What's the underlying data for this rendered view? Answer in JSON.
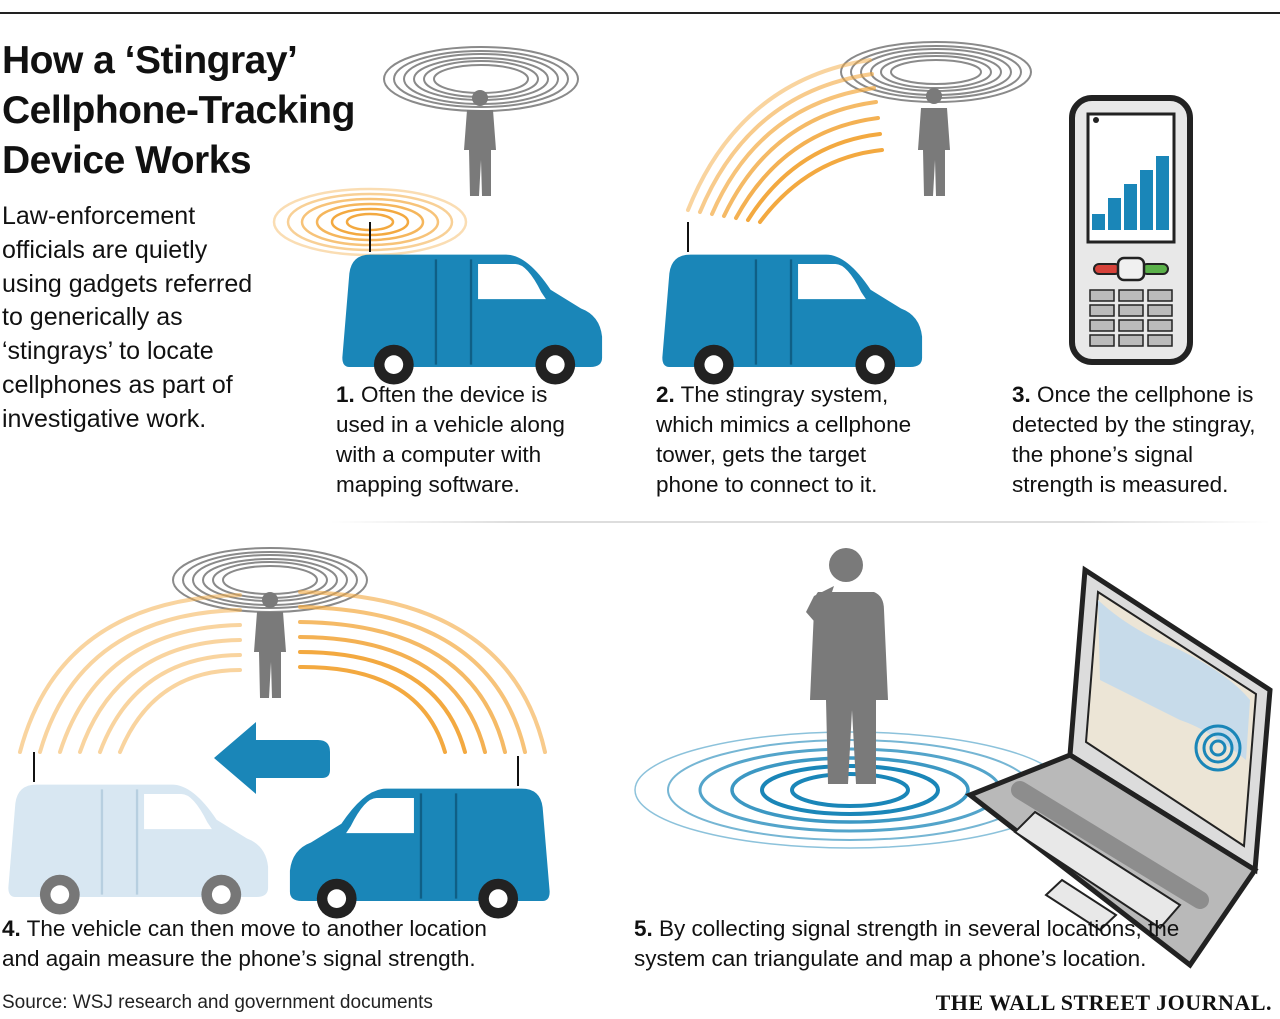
{
  "title_lines": [
    "How a ‘Stingray’",
    "Cellphone-Tracking",
    "Device Works"
  ],
  "intro_lines": [
    "Law-enforcement",
    "officials are quietly",
    "using gadgets referred",
    "to generically as",
    "‘stingrays’ to locate",
    "cellphones as part of",
    "investigative work."
  ],
  "steps": [
    {
      "num": "1.",
      "lines": [
        "Often the device is",
        "used in a vehicle along",
        "with a computer with",
        "mapping software."
      ]
    },
    {
      "num": "2.",
      "lines": [
        "The stingray system,",
        "which mimics a cellphone",
        "tower, gets the target",
        "phone to connect to it."
      ]
    },
    {
      "num": "3.",
      "lines": [
        "Once the cellphone is",
        "detected by the stingray,",
        "the phone’s signal",
        "strength is measured."
      ]
    },
    {
      "num": "4.",
      "lines": [
        "The vehicle can then move to another location",
        "and again measure the phone’s signal strength."
      ]
    },
    {
      "num": "5.",
      "lines": [
        "By collecting signal strength in several locations, the",
        "system can triangulate and map a phone’s location."
      ]
    }
  ],
  "source": "Source: WSJ research and government documents",
  "brand": "THE WALL STREET JOURNAL.",
  "colors": {
    "van": "#1a86b8",
    "van_faded": "#d8e7f2",
    "signal": "#f3a940",
    "ring_gray": "#8a8a8a",
    "person": "#7a7a7a",
    "target": "#1a86b8"
  }
}
